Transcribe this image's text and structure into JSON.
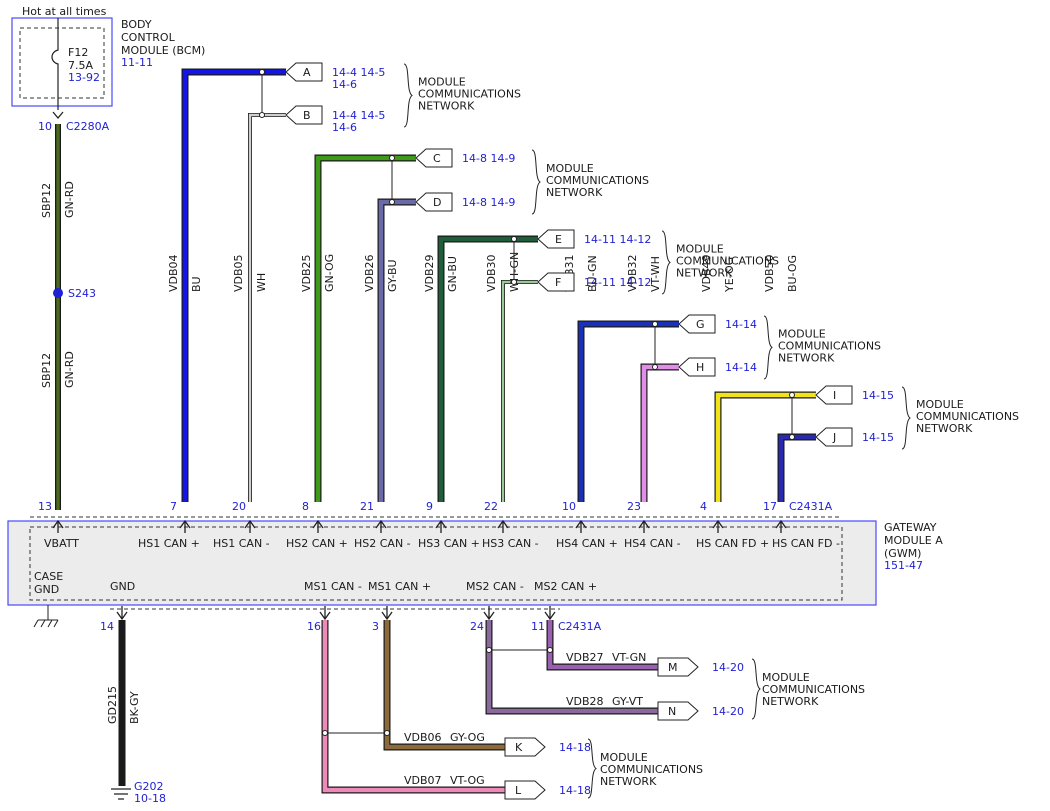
{
  "header": {
    "hot_label": "Hot at all times"
  },
  "bcm": {
    "title_lines": [
      "BODY",
      "CONTROL",
      "MODULE (BCM)"
    ],
    "ref": "11-11",
    "fuse": {
      "name": "F12",
      "rating": "7.5A",
      "ref": "13-92"
    },
    "pin": "10",
    "connector": "C2280A"
  },
  "splice": {
    "name": "S243"
  },
  "power_wire": {
    "circuit": "SBP12",
    "color": "GN-RD"
  },
  "gwm": {
    "title_lines": [
      "GATEWAY",
      "MODULE A",
      "(GWM)"
    ],
    "ref": "151-47",
    "top_connector": "C2431A",
    "bottom_connector": "C2431A",
    "case_lines": [
      "CASE",
      "GND"
    ]
  },
  "top_pins": [
    {
      "pin": "13",
      "label": "VBATT"
    },
    {
      "pin": "7",
      "label": "HS1 CAN +",
      "circuit": "VDB04",
      "color": "BU",
      "flag": "A",
      "refs": [
        "14-4  14-5",
        "14-6"
      ]
    },
    {
      "pin": "20",
      "label": "HS1 CAN -",
      "circuit": "VDB05",
      "color": "WH",
      "flag": "B",
      "refs": [
        "14-4  14-5",
        "14-6"
      ]
    },
    {
      "pin": "8",
      "label": "HS2 CAN +",
      "circuit": "VDB25",
      "color": "GN-OG",
      "flag": "C",
      "refs": [
        "14-8  14-9"
      ]
    },
    {
      "pin": "21",
      "label": "HS2 CAN -",
      "circuit": "VDB26",
      "color": "GY-BU",
      "flag": "D",
      "refs": [
        "14-8  14-9"
      ]
    },
    {
      "pin": "9",
      "label": "HS3 CAN +",
      "circuit": "VDB29",
      "color": "GN-BU",
      "flag": "E",
      "refs": [
        "14-11 14-12"
      ]
    },
    {
      "pin": "22",
      "label": "HS3 CAN -",
      "circuit": "VDB30",
      "color": "WH-GN",
      "flag": "F",
      "refs": [
        "14-11 14-12"
      ]
    },
    {
      "pin": "10",
      "label": "HS4 CAN +",
      "circuit": "VDB31",
      "color": "BU-GN",
      "flag": "G",
      "refs": [
        "14-14"
      ]
    },
    {
      "pin": "23",
      "label": "HS4 CAN -",
      "circuit": "VDB32",
      "color": "VT-WH",
      "flag": "H",
      "refs": [
        "14-14"
      ]
    },
    {
      "pin": "4",
      "label": "HS CAN FD +",
      "circuit": "VDB49",
      "color": "YE-OG",
      "flag": "I",
      "refs": [
        "14-15"
      ]
    },
    {
      "pin": "17",
      "label": "HS CAN FD -",
      "circuit": "VDB50",
      "color": "BU-OG",
      "flag": "J",
      "refs": [
        "14-15"
      ]
    }
  ],
  "bottom_pins": [
    {
      "pin": "14",
      "label": "GND",
      "circuit": "GD215",
      "color": "BK-GY"
    },
    {
      "pin": "16",
      "label": "MS1 CAN -",
      "circuit": "VDB07",
      "color": "VT-OG",
      "flag": "L",
      "refs": [
        "14-18"
      ]
    },
    {
      "pin": "3",
      "label": "MS1 CAN +",
      "circuit": "VDB06",
      "color": "GY-OG",
      "flag": "K",
      "refs": [
        "14-18"
      ]
    },
    {
      "pin": "24",
      "label": "MS2 CAN -",
      "circuit": "VDB28",
      "color": "GY-VT",
      "flag": "N",
      "refs": [
        "14-20"
      ]
    },
    {
      "pin": "11",
      "label": "MS2 CAN +",
      "circuit": "VDB27",
      "color": "VT-GN",
      "flag": "M",
      "refs": [
        "14-20"
      ]
    }
  ],
  "ground": {
    "name": "G202",
    "ref": "10-18"
  },
  "network_label_lines": [
    "MODULE",
    "COMMUNICATIONS",
    "NETWORK"
  ],
  "colors": {
    "ref_text": "#1f1fd6",
    "frame": "#4a4aff",
    "GN-RD": "#4a6b1f",
    "BU": "#1414e6",
    "WH": "#cfcfcf",
    "GN-OG": "#3f9a1c",
    "GY-BU": "#6a6aa8",
    "GN-BU": "#1f5e3a",
    "WH-GN": "#9cc79a",
    "BU-GN": "#1a30b8",
    "VT-WH": "#e08ee8",
    "YE-OG": "#f2e21a",
    "BU-OG": "#2a2ab0",
    "BK-GY": "#1a1a1a",
    "VT-OG": "#ee8ab8",
    "GY-OG": "#8c6a3c",
    "GY-VT": "#8a6a9c",
    "VT-GN": "#9a60b0"
  }
}
